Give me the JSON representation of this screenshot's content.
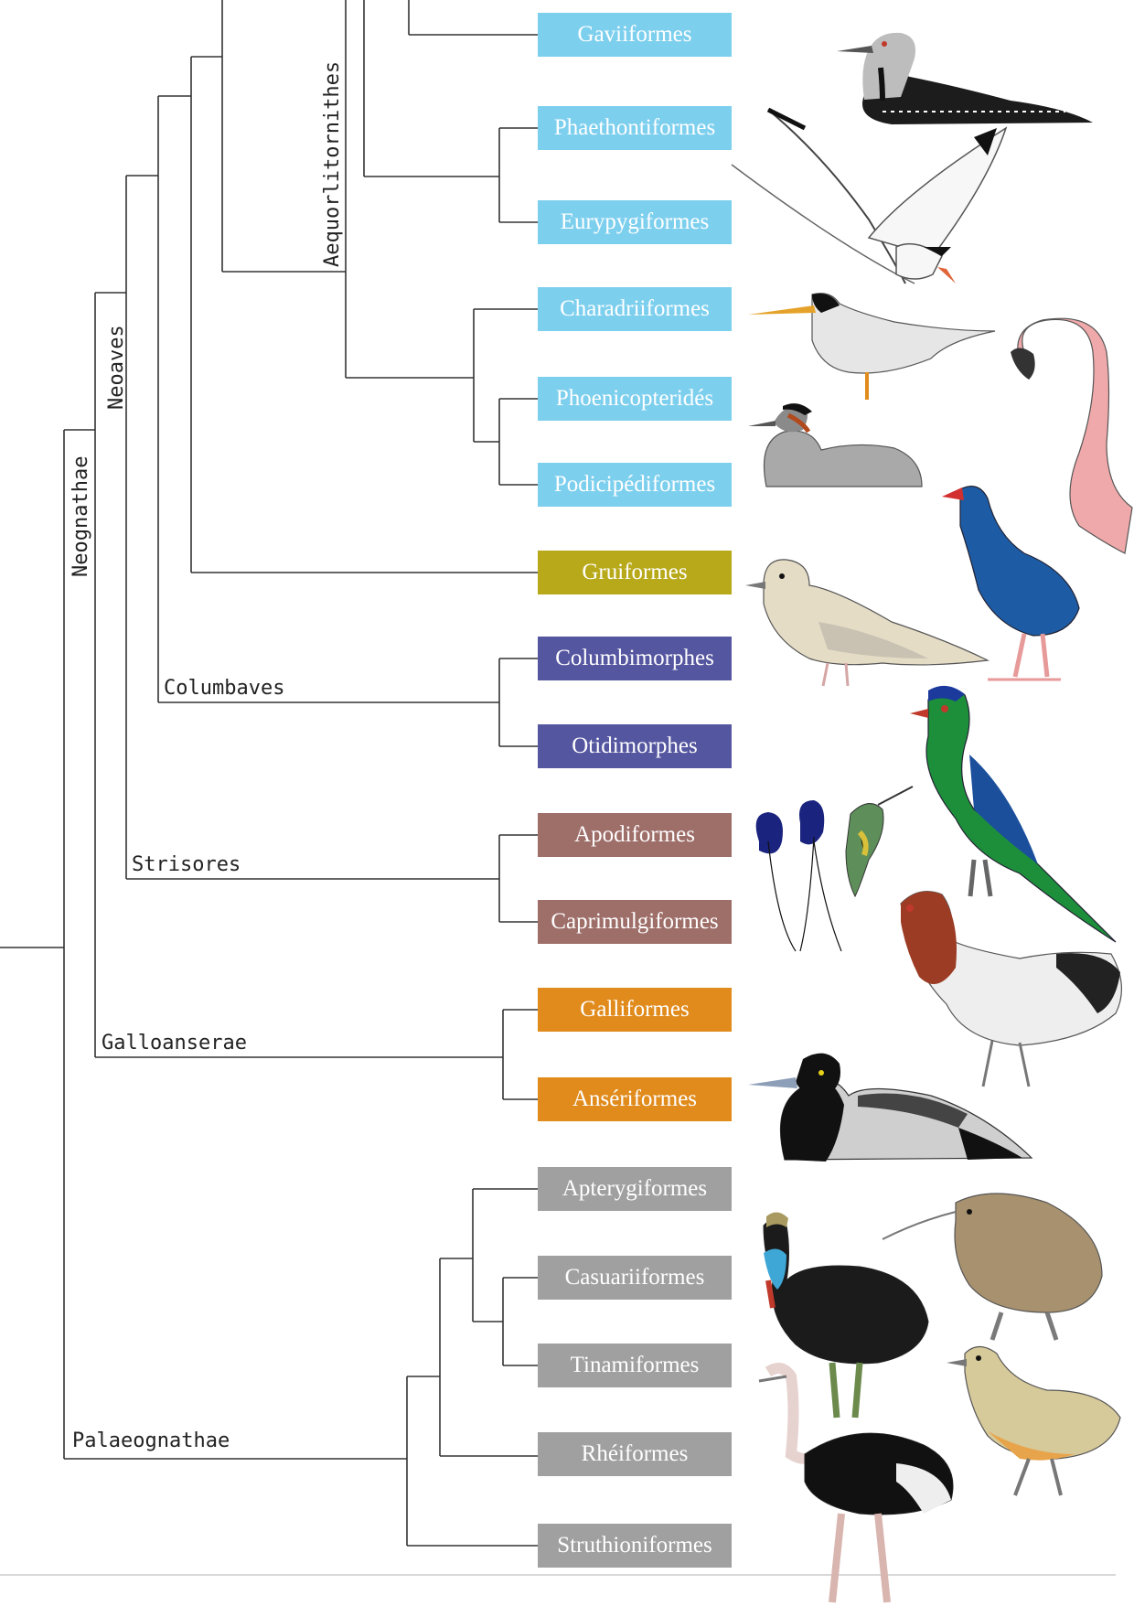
{
  "clades": {
    "aequorlitornithes": "Aequorlitornithes",
    "neoaves": "Neoaves",
    "neognathae": "Neognathae",
    "columbaves": "Columbaves",
    "strisores": "Strisores",
    "galloanserae": "Galloanserae",
    "palaeognathae": "Palaeognathae"
  },
  "orders": [
    {
      "name": "Gaviiformes",
      "color": "#7dcfee"
    },
    {
      "name": "Phaethontiformes",
      "color": "#7dcfee"
    },
    {
      "name": "Eurypygiformes",
      "color": "#7dcfee"
    },
    {
      "name": "Charadriiformes",
      "color": "#7dcfee"
    },
    {
      "name": "Phoenicopteridés",
      "color": "#7dcfee"
    },
    {
      "name": "Podicipédiformes",
      "color": "#7dcfee"
    },
    {
      "name": "Gruiformes",
      "color": "#b8a91a"
    },
    {
      "name": "Columbimorphes",
      "color": "#5556a0"
    },
    {
      "name": "Otidimorphes",
      "color": "#5556a0"
    },
    {
      "name": "Apodiformes",
      "color": "#9e6e69"
    },
    {
      "name": "Caprimulgiformes",
      "color": "#9e6e69"
    },
    {
      "name": "Galliformes",
      "color": "#e08b1c"
    },
    {
      "name": "Ansériformes",
      "color": "#e08b1c"
    },
    {
      "name": "Apterygiformes",
      "color": "#a0a0a0"
    },
    {
      "name": "Casuariiformes",
      "color": "#a0a0a0"
    },
    {
      "name": "Tinamiformes",
      "color": "#a0a0a0"
    },
    {
      "name": "Rhéiformes",
      "color": "#a0a0a0"
    },
    {
      "name": "Struthioniformes",
      "color": "#a0a0a0"
    }
  ]
}
